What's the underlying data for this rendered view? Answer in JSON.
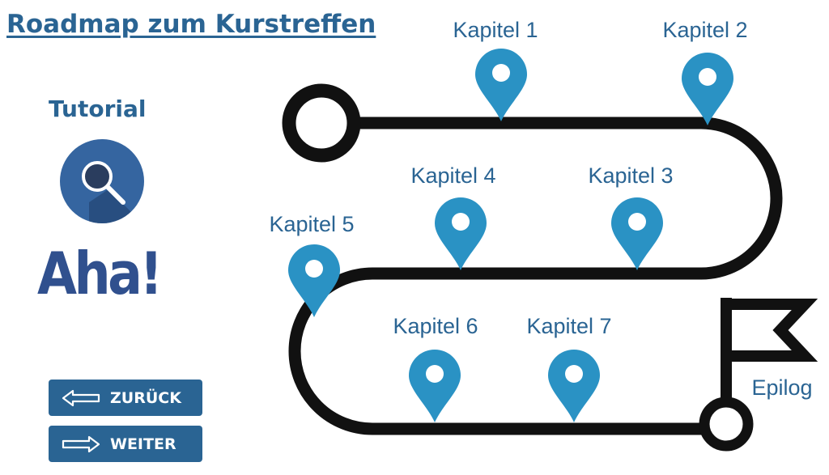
{
  "page": {
    "title": "Roadmap zum Kurstreffen"
  },
  "sidebar": {
    "tutorial_label": "Tutorial",
    "tutorial_icon": "magnifier-icon",
    "aha_text": "Aha!"
  },
  "navigation": {
    "back_label": "ZURÜCK",
    "next_label": "WEITER"
  },
  "roadmap": {
    "chapters": [
      "Kapitel 1",
      "Kapitel 2",
      "Kapitel 3",
      "Kapitel 4",
      "Kapitel 5",
      "Kapitel 6",
      "Kapitel 7"
    ],
    "epilog_label": "Epilog"
  },
  "colors": {
    "accent": "#2a6493",
    "pin": "#2a92c4",
    "road": "#111111",
    "aha": "#30508e"
  }
}
